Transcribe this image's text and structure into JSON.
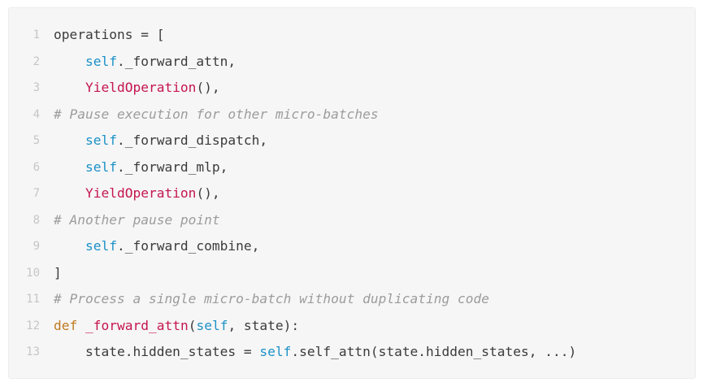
{
  "code": {
    "lines": [
      {
        "number": "1",
        "tokens": [
          {
            "type": "plain",
            "text": "operations = ["
          }
        ]
      },
      {
        "number": "2",
        "tokens": [
          {
            "type": "plain",
            "text": "    "
          },
          {
            "type": "self",
            "text": "self"
          },
          {
            "type": "plain",
            "text": "._forward_attn,"
          }
        ]
      },
      {
        "number": "3",
        "tokens": [
          {
            "type": "plain",
            "text": "    "
          },
          {
            "type": "class",
            "text": "YieldOperation"
          },
          {
            "type": "plain",
            "text": "(),"
          }
        ]
      },
      {
        "number": "4",
        "tokens": [
          {
            "type": "comment",
            "text": "# Pause execution for other micro-batches"
          }
        ]
      },
      {
        "number": "5",
        "tokens": [
          {
            "type": "plain",
            "text": "    "
          },
          {
            "type": "self",
            "text": "self"
          },
          {
            "type": "plain",
            "text": "._forward_dispatch,"
          }
        ]
      },
      {
        "number": "6",
        "tokens": [
          {
            "type": "plain",
            "text": "    "
          },
          {
            "type": "self",
            "text": "self"
          },
          {
            "type": "plain",
            "text": "._forward_mlp,"
          }
        ]
      },
      {
        "number": "7",
        "tokens": [
          {
            "type": "plain",
            "text": "    "
          },
          {
            "type": "class",
            "text": "YieldOperation"
          },
          {
            "type": "plain",
            "text": "(),"
          }
        ]
      },
      {
        "number": "8",
        "tokens": [
          {
            "type": "comment",
            "text": "# Another pause point"
          }
        ]
      },
      {
        "number": "9",
        "tokens": [
          {
            "type": "plain",
            "text": "    "
          },
          {
            "type": "self",
            "text": "self"
          },
          {
            "type": "plain",
            "text": "._forward_combine,"
          }
        ]
      },
      {
        "number": "10",
        "tokens": [
          {
            "type": "plain",
            "text": "]"
          }
        ]
      },
      {
        "number": "11",
        "tokens": [
          {
            "type": "comment",
            "text": "# Process a single micro-batch without duplicating code"
          }
        ]
      },
      {
        "number": "12",
        "tokens": [
          {
            "type": "keyword",
            "text": "def"
          },
          {
            "type": "plain",
            "text": " "
          },
          {
            "type": "func",
            "text": "_forward_attn"
          },
          {
            "type": "plain",
            "text": "("
          },
          {
            "type": "self",
            "text": "self"
          },
          {
            "type": "plain",
            "text": ", state):"
          }
        ]
      },
      {
        "number": "13",
        "tokens": [
          {
            "type": "plain",
            "text": "    state.hidden_states = "
          },
          {
            "type": "self",
            "text": "self"
          },
          {
            "type": "plain",
            "text": ".self_attn(state.hidden_states, ...)"
          }
        ]
      }
    ]
  },
  "colors": {
    "background": "#f6f6f6",
    "line_number": "#c6c6c6",
    "plain": "#3b3b3b",
    "self": "#1c91c7",
    "class": "#c4164e",
    "comment": "#9c9c9c",
    "keyword": "#c07a21",
    "function": "#c4164e"
  }
}
